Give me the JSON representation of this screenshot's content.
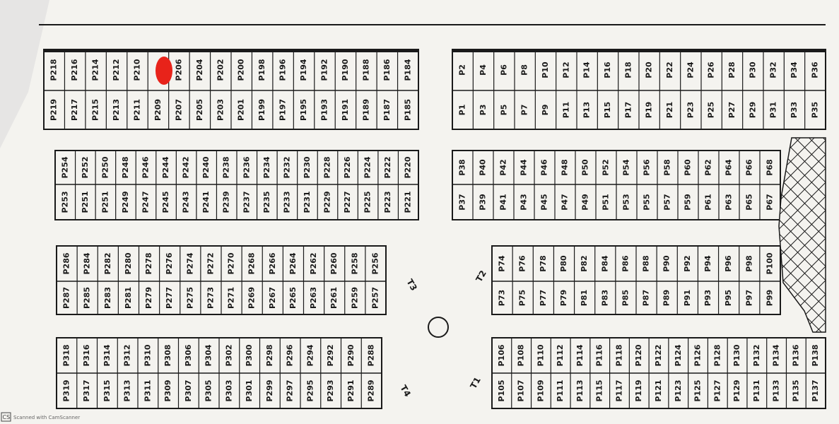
{
  "footer": {
    "badge": "CS",
    "caption": "Scanned with CamScanner"
  },
  "colors": {
    "ink": "#1a1a1a",
    "paper": "#f4f3ef",
    "marker": "#e8231a"
  },
  "parks": [
    "T1",
    "T2",
    "T3",
    "T4"
  ],
  "blocks": [
    {
      "top": [
        "P218",
        "P216",
        "P214",
        "P212",
        "P210",
        "",
        "P206",
        "P204",
        "P202",
        "P200",
        "P198",
        "P196",
        "P194",
        "P192",
        "P190",
        "P188",
        "P186",
        "P184"
      ],
      "bottom": [
        "P219",
        "P217",
        "P215",
        "P213",
        "P211",
        "P209",
        "P207",
        "P205",
        "P203",
        "P201",
        "P199",
        "P197",
        "P195",
        "P193",
        "P191",
        "P189",
        "P187",
        "P185"
      ]
    },
    {
      "top": [
        "P2",
        "P4",
        "P6",
        "P8",
        "P10",
        "P12",
        "P14",
        "P16",
        "P18",
        "P20",
        "P22",
        "P24",
        "P26",
        "P28",
        "P30",
        "P32",
        "P34",
        "P36"
      ],
      "bottom": [
        "P1",
        "P3",
        "P5",
        "P7",
        "P9",
        "P11",
        "P13",
        "P15",
        "P17",
        "P19",
        "P21",
        "P23",
        "P25",
        "P27",
        "P29",
        "P31",
        "P33",
        "P35"
      ]
    },
    {
      "top": [
        "P254",
        "P252",
        "P250",
        "P248",
        "P246",
        "P244",
        "P242",
        "P240",
        "P238",
        "P236",
        "P234",
        "P232",
        "P230",
        "P228",
        "P226",
        "P224",
        "P222",
        "P220"
      ],
      "bottom": [
        "P253",
        "P251",
        "P251",
        "P249",
        "P247",
        "P245",
        "P243",
        "P241",
        "P239",
        "P237",
        "P235",
        "P233",
        "P231",
        "P229",
        "P227",
        "P225",
        "P223",
        "P221"
      ]
    },
    {
      "top": [
        "P38",
        "P40",
        "P42",
        "P44",
        "P46",
        "P48",
        "P50",
        "P52",
        "P54",
        "P56",
        "P58",
        "P60",
        "P62",
        "P64",
        "P66",
        "P68"
      ],
      "bottom": [
        "P37",
        "P39",
        "P41",
        "P43",
        "P45",
        "P47",
        "P49",
        "P51",
        "P53",
        "P55",
        "P57",
        "P59",
        "P61",
        "P63",
        "P65",
        "P67"
      ]
    },
    {
      "top": [
        "P286",
        "P284",
        "P282",
        "P280",
        "P278",
        "P276",
        "P274",
        "P272",
        "P270",
        "P268",
        "P266",
        "P264",
        "P262",
        "P260",
        "P258",
        "P256"
      ],
      "bottom": [
        "P287",
        "P285",
        "P283",
        "P281",
        "P279",
        "P277",
        "P275",
        "P273",
        "P271",
        "P269",
        "P267",
        "P265",
        "P263",
        "P261",
        "P259",
        "P257"
      ]
    },
    {
      "top": [
        "P74",
        "P76",
        "P78",
        "P80",
        "P82",
        "P84",
        "P86",
        "P88",
        "P90",
        "P92",
        "P94",
        "P96",
        "P98",
        "P100"
      ],
      "bottom": [
        "P73",
        "P75",
        "P77",
        "P79",
        "P81",
        "P83",
        "P85",
        "P87",
        "P89",
        "P91",
        "P93",
        "P95",
        "P97",
        "P99"
      ]
    },
    {
      "top": [
        "P318",
        "P316",
        "P314",
        "P312",
        "P310",
        "P308",
        "P306",
        "P304",
        "P302",
        "P300",
        "P298",
        "P296",
        "P294",
        "P292",
        "P290",
        "P288"
      ],
      "bottom": [
        "P319",
        "P317",
        "P315",
        "P313",
        "P311",
        "P309",
        "P307",
        "P305",
        "P303",
        "P301",
        "P299",
        "P297",
        "P295",
        "P293",
        "P291",
        "P289"
      ]
    },
    {
      "top": [
        "P106",
        "P108",
        "P110",
        "P112",
        "P114",
        "P116",
        "P118",
        "P120",
        "P122",
        "P124",
        "P126",
        "P128",
        "P130",
        "P132",
        "P134",
        "P136",
        "P138"
      ],
      "bottom": [
        "P105",
        "P107",
        "P109",
        "P111",
        "P113",
        "P115",
        "P117",
        "P119",
        "P121",
        "P123",
        "P125",
        "P127",
        "P129",
        "P131",
        "P133",
        "P135",
        "P137"
      ]
    }
  ]
}
